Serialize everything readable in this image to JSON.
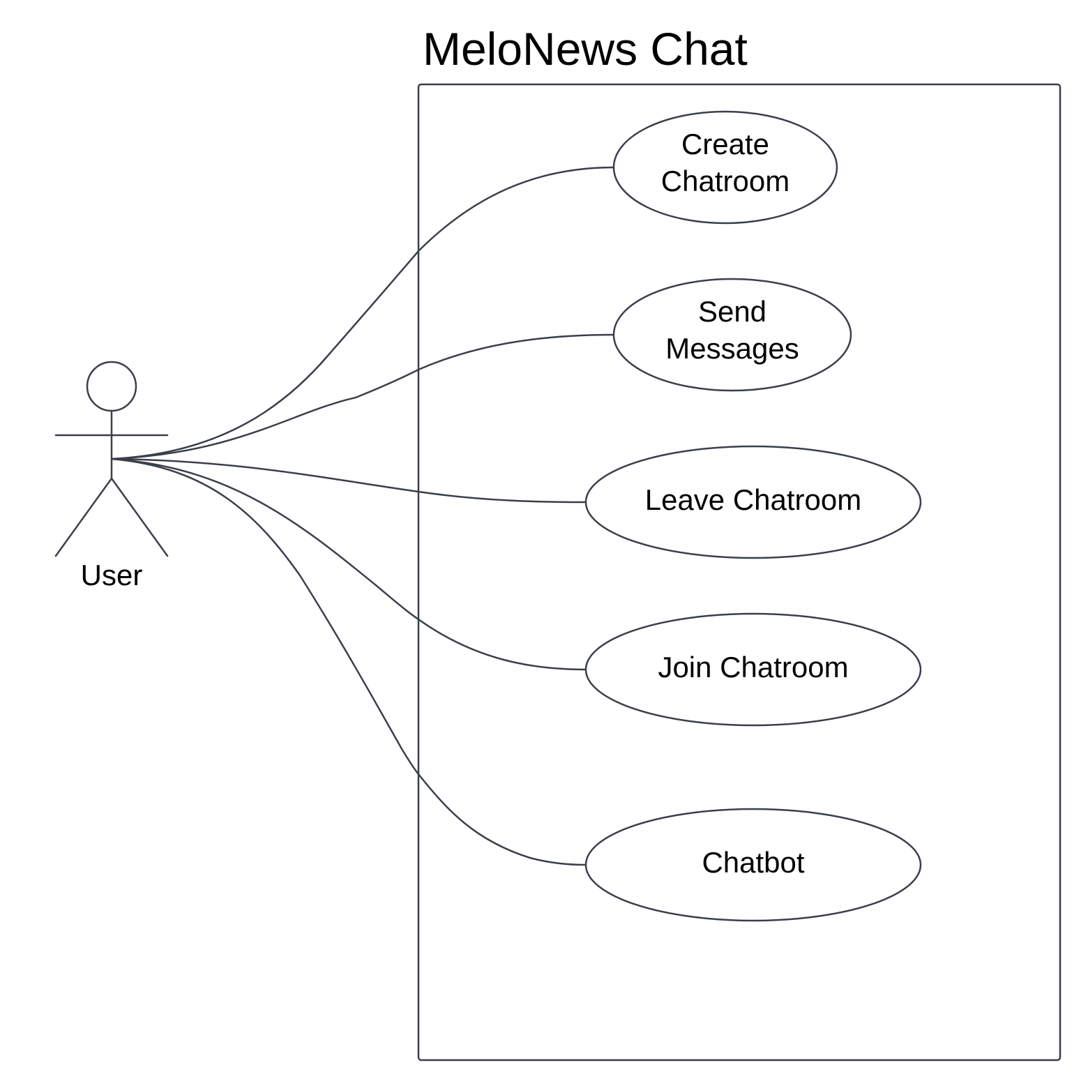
{
  "system": {
    "title": "MeloNews Chat"
  },
  "actor": {
    "label": "User"
  },
  "use_cases": [
    {
      "lines": [
        "Create",
        "Chatroom"
      ]
    },
    {
      "lines": [
        "Send",
        "Messages"
      ]
    },
    {
      "lines": [
        "Leave Chatroom"
      ]
    },
    {
      "lines": [
        "Join Chatroom"
      ]
    },
    {
      "lines": [
        "Chatbot"
      ]
    }
  ],
  "associations": [
    {
      "from": "User",
      "to": "Create Chatroom"
    },
    {
      "from": "User",
      "to": "Send Messages"
    },
    {
      "from": "User",
      "to": "Leave Chatroom"
    },
    {
      "from": "User",
      "to": "Join Chatroom"
    },
    {
      "from": "User",
      "to": "Chatbot"
    }
  ],
  "colors": {
    "stroke": "#3a3f4b",
    "text": "#000000",
    "background": "#ffffff"
  }
}
